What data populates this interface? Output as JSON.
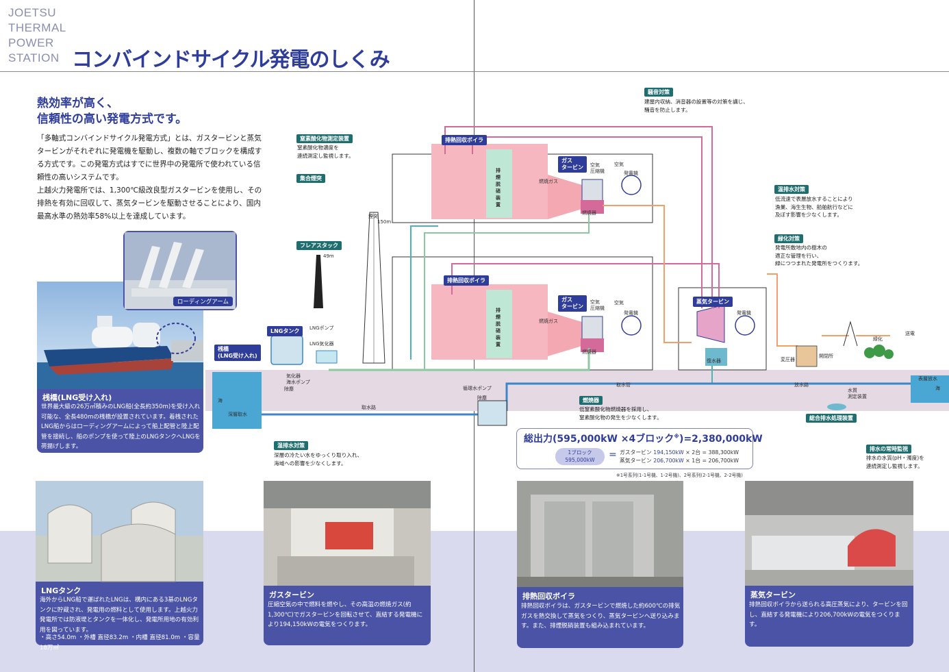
{
  "header": {
    "station_lines": [
      "JOETSU",
      "THERMAL",
      "POWER",
      "STATION"
    ],
    "title": "コンバインドサイクル発電のしくみ"
  },
  "lead": "熱効率が高く、\n信頼性の高い発電方式です。",
  "intro": [
    "「多軸式コンバインドサイクル発電方式」とは、ガスタービンと蒸気タービンがそれぞれに発電機を駆動し、複数の軸でブロックを構成する方式です。この発電方式はすでに世界中の発電所で使われている信頼性の高いシステムです。",
    "上越火力発電所では、1,300℃級改良型ガスタービンを使用し、その排熱を有効に回収して、蒸気タービンを駆動させることにより、国内最高水準の熱効率58%以上を達成しています。"
  ],
  "inset_label": "ローディングアーム",
  "cards": {
    "pier": {
      "title": "桟橋(LNG受け入れ)",
      "body": "世界最大級の26万㎥積みのLNG船(全長約350m)を受け入れ可能な、全長480mの桟橋が設置されています。着桟されたLNG船からはローディングアームによって船上配管と陸上配管を接続し、船のポンプを使って陸上のLNGタンクへLNGを荷揚げします。"
    },
    "tank": {
      "title": "LNGタンク",
      "body": "海外からLNG船で運ばれたLNGは、構内にある3基のLNGタンクに貯蔵され、発電用の燃料として使用します。上越火力発電所では防液堤とタンクを一体化し、発電所用地の有効利用を図っています。",
      "spec": "・高さ54.0m ・外槽 直径83.2m ・内槽 直径81.0m ・容量 18万㎥"
    },
    "gas_turbine": {
      "title": "ガスタービン",
      "body": "圧縮空気の中で燃料を燃やし、その高温の燃焼ガス(約1,300℃)でガスタービンを回転させて、直結する発電機により194,150kWの電気をつくります。"
    },
    "hrsg": {
      "title": "排熱回収ボイラ",
      "body": "排熱回収ボイラは、ガスタービンで燃焼した約600℃の排気ガスを熱交換して蒸気をつくり、蒸気タービンへ送り込みます。また、排煙脱硝装置も組み込まれています。"
    },
    "steam_turbine": {
      "title": "蒸気タービン",
      "body": "排熱回収ボイラから送られる高圧蒸気により、タービンを回し、直結する発電機により206,700kWの電気をつくります。"
    }
  },
  "diagram": {
    "tags": {
      "noise": "騒音対策",
      "nox_monitor": "窒素酸化物測定装置",
      "hrsg_top": "排熱回収ボイラ",
      "hrsg_bottom": "排熱回収ボイラ",
      "stack": "集合煙突",
      "flare": "フレアスタック",
      "warm_water": "温排水対策",
      "greening": "緑化対策",
      "pier": "桟橋\n(LNG受け入れ)",
      "lng_tank": "LNGタンク",
      "gas_turbine_top": "ガス\nタービン",
      "gas_turbine_bottom": "ガス\nタービン",
      "steam_turbine": "蒸気タービン",
      "burner": "燃焼器",
      "warm_water_intake": "温排水対策",
      "wastewater": "総合排水処理装置",
      "monitor": "排水の常時監視"
    },
    "annotations": {
      "noise": "建屋内収納、消音器の設置等の対策を講じ、\n騒音を防止します。",
      "nox_monitor": "窒素酸化物濃度を\n連続測定し監視します。",
      "warm_water": "低流速で表層放水することにより\n漁業、海生生物、船舶航行などに\n及ぼす影響を少なくします。",
      "greening": "発電所敷地内の樹木の\n適正な管理を行い、\n緑につつまれた発電所をつくります。",
      "burner": "低窒素酸化物燃焼器を採用し、\n窒素酸化物の発生を少なくします。",
      "warm_water_intake": "深層の冷たい水をゆっくり取り入れ、\n海域への影響を少なくします。",
      "monitor": "排水の水質(pH・濁度)を\n連続測定し監視します。"
    },
    "labels": {
      "stack_height": "150m",
      "stack_name": "煙突",
      "flare_height": "49m",
      "denox": "排\n煙\n脱\n硝\n装\n置",
      "fuel_gas": "燃焼ガス",
      "compressor": "空気\n圧縮機",
      "air": "空気",
      "generator": "発電機",
      "burner_small": "燃焼器",
      "lng_pump": "LNGポンプ",
      "vaporizer": "LNG気化器",
      "vaporizer2": "気化器\n海水ポンプ",
      "screen": "除塵",
      "circ_pump": "循環水ポンプ",
      "screen2": "除塵",
      "intake_route": "取水路",
      "intake_pipe": "取水管",
      "outfall_route": "放水路",
      "deep_intake": "深層取水",
      "sea": "海",
      "sea2": "海",
      "surface_discharge": "表層放水",
      "condenser": "復水器",
      "transformer": "変圧器",
      "switchyard": "開閉所",
      "greening_small": "緑化",
      "power_line": "送電",
      "water_quality": "水質\n測定装置"
    },
    "output": {
      "title": "総出力(595,000kW ×4ブロック",
      "title_sup": "※",
      "title_tail": ")=2,380,000kW",
      "pill": "1ブロック\n595,000kW",
      "eq": "=",
      "gt_label": "ガスタービン",
      "gt_value": "194,150kW",
      "gt_tail": "× 2台 = 388,300kW",
      "st_label": "蒸気タービン",
      "st_value": "206,700kW",
      "st_tail": "× 1台 = 206,700kW",
      "note": "※1号系列(1-1号機、1-2号機)、2号系列(2-1号機、2-2号機)"
    }
  },
  "colors": {
    "accent": "#2f3d9a",
    "card": "#4a53a6",
    "tag": "#1f6e6f",
    "lavender": "#d9daee",
    "exhaust_pink": "#f3a9b3",
    "steam_pink": "#d46a9a",
    "water_blue": "#3b86c9",
    "gas_green": "#8cc8a0",
    "condensate_teal": "#4bb3b8",
    "orange_pipe": "#f1a06a"
  }
}
